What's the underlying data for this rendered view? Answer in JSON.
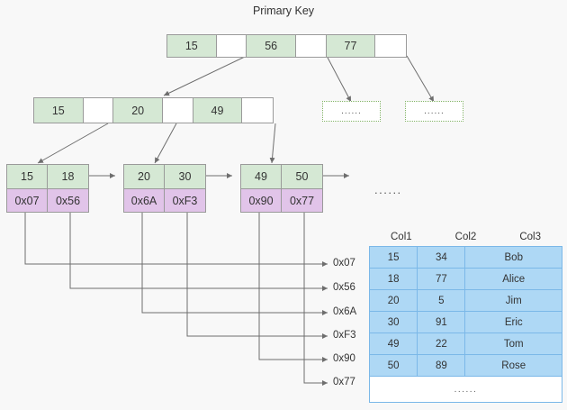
{
  "title": "Primary Key",
  "root_node": {
    "cells": [
      {
        "type": "key",
        "label": "15"
      },
      {
        "type": "ptr",
        "label": ""
      },
      {
        "type": "key",
        "label": "56"
      },
      {
        "type": "ptr",
        "label": ""
      },
      {
        "type": "key",
        "label": "77"
      },
      {
        "type": "ptr",
        "label": ""
      }
    ]
  },
  "internal_node": {
    "cells": [
      {
        "type": "key",
        "label": "15"
      },
      {
        "type": "ptr",
        "label": ""
      },
      {
        "type": "key",
        "label": "20"
      },
      {
        "type": "ptr",
        "label": ""
      },
      {
        "type": "key",
        "label": "49"
      },
      {
        "type": "ptr",
        "label": ""
      }
    ]
  },
  "placeholder_nodes": [
    {
      "label": "......"
    },
    {
      "label": "......"
    }
  ],
  "leaves": [
    {
      "keys": [
        "15",
        "18"
      ],
      "pointers": [
        "0x07",
        "0x56"
      ]
    },
    {
      "keys": [
        "20",
        "30"
      ],
      "pointers": [
        "0x6A",
        "0xF3"
      ]
    },
    {
      "keys": [
        "49",
        "50"
      ],
      "pointers": [
        "0x90",
        "0x77"
      ]
    }
  ],
  "leaf_chain_ellipsis": "......",
  "address_labels": [
    "0x07",
    "0x56",
    "0x6A",
    "0xF3",
    "0x90",
    "0x77"
  ],
  "table": {
    "headers": [
      "Col1",
      "Col2",
      "Col3"
    ],
    "rows": [
      [
        "15",
        "34",
        "Bob"
      ],
      [
        "18",
        "77",
        "Alice"
      ],
      [
        "20",
        "5",
        "Jim"
      ],
      [
        "30",
        "91",
        "Eric"
      ],
      [
        "49",
        "22",
        "Tom"
      ],
      [
        "50",
        "89",
        "Rose"
      ]
    ],
    "footer": "......"
  },
  "colors": {
    "background": "#f8f8f8",
    "key_fill": "#d5e8d4",
    "key_stroke": "#82b366",
    "pointer_fill": "#e1c4e9",
    "table_fill": "#aed8f5",
    "table_stroke": "#7bb8e8",
    "line": "#6e6e6e"
  }
}
